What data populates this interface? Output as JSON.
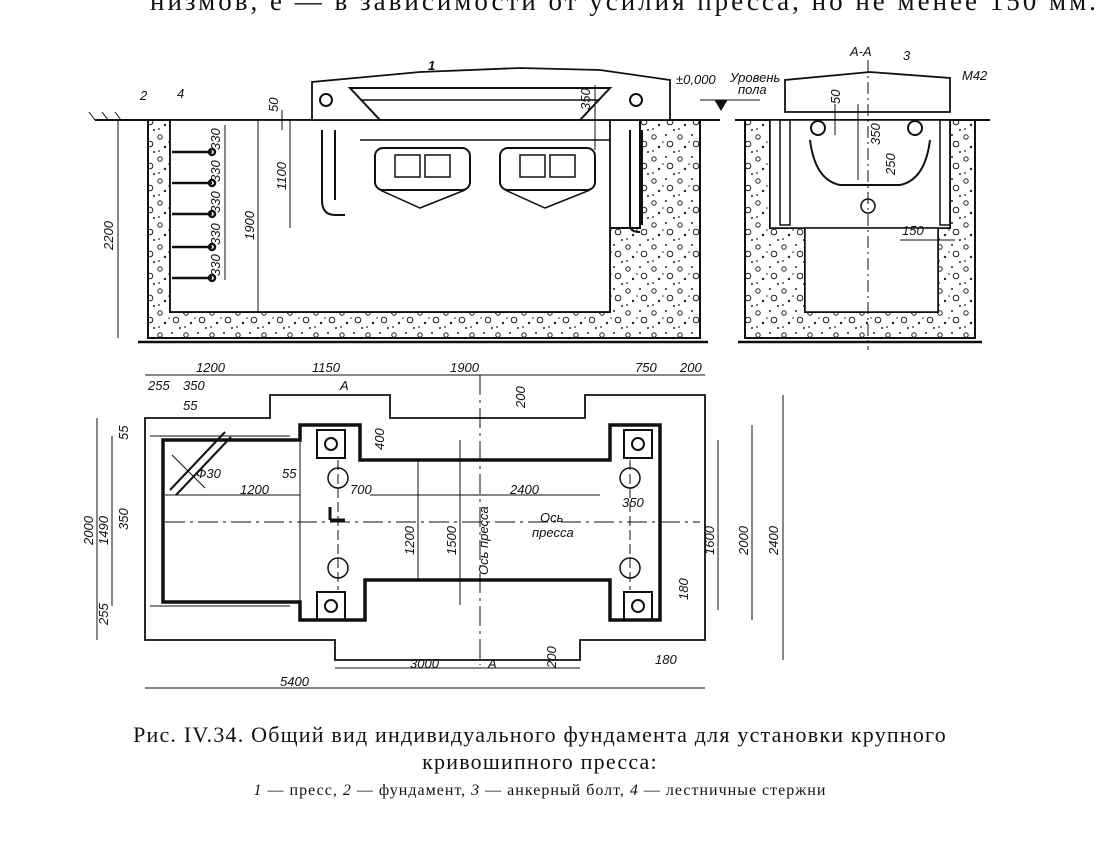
{
  "top_text": "низмов, е — в зависимости от усилия пресса, но не менее 150 мм.",
  "caption": {
    "line1": "Рис. IV.34. Общий вид индивидуального фундамента для установки крупного",
    "line2": "кривошипного пресса:",
    "legend": [
      {
        "num": "1",
        "text": "— пресс,"
      },
      {
        "num": "2",
        "text": "— фундамент,"
      },
      {
        "num": "3",
        "text": "— анкерный болт,"
      },
      {
        "num": "4",
        "text": "— лестничные стержни"
      }
    ]
  },
  "labels": {
    "item1": "1",
    "item2": "2",
    "item3": "3",
    "item4": "4",
    "section": "А-А",
    "floor_level": "±0,000",
    "floor_level_text1": "Уровень",
    "floor_level_text2": "пола",
    "bolt": "М42",
    "cut_mark": "А",
    "axis_press": "Ось пресса",
    "axis_os": "Ось",
    "axis_pressa": "пресса",
    "diam": "Ф30"
  },
  "dims": {
    "d50a": "50",
    "d350a": "350",
    "d1100": "1100",
    "d1900": "1900",
    "d2200": "2200",
    "d330": "330",
    "d50b": "50",
    "d350b": "350",
    "d250": "250",
    "d150": "150",
    "d1200top": "1200",
    "d1150": "1150",
    "d1900top": "1900",
    "d750": "750",
    "d200top": "200",
    "d255top": "255",
    "d350top": "350",
    "d55top": "55",
    "d200r": "200",
    "d400": "400",
    "d55left": "55",
    "d2000left": "2000",
    "d1490": "1490",
    "d350left": "350",
    "d255left": "255",
    "d55mid": "55",
    "d1200mid": "1200",
    "d700": "700",
    "d2400mid": "2400",
    "d350mid": "350",
    "d1200v": "1200",
    "d1500": "1500",
    "d1600": "1600",
    "d2000r": "2000",
    "d2400r": "2400",
    "d180a": "180",
    "d180b": "180",
    "d3000": "3000",
    "d200bot": "200",
    "d5400": "5400"
  }
}
